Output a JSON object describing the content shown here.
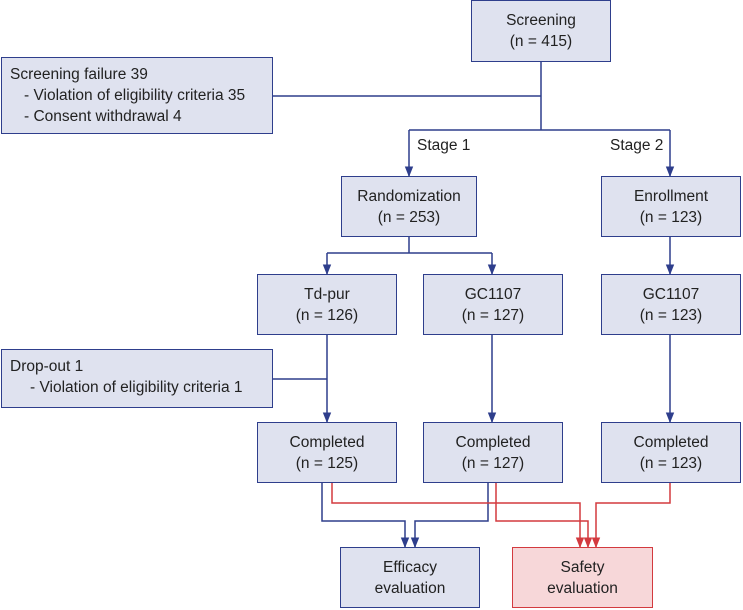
{
  "screening": {
    "title": "Screening",
    "n": "(n = 415)"
  },
  "screening_failure": {
    "title": "Screening failure 39",
    "reasons": [
      "- Violation of eligibility criteria 35",
      "- Consent withdrawal 4"
    ]
  },
  "stage1": {
    "label": "Stage 1"
  },
  "stage2": {
    "label": "Stage 2"
  },
  "randomization": {
    "title": "Randomization",
    "n": "(n = 253)"
  },
  "enrollment": {
    "title": "Enrollment",
    "n": "(n = 123)"
  },
  "td_pur": {
    "title": "Td-pur",
    "n": "(n = 126)"
  },
  "gc1107_stage1": {
    "title": "GC1107",
    "n": "(n = 127)"
  },
  "gc1107_stage2": {
    "title": "GC1107",
    "n": "(n = 123)"
  },
  "dropout": {
    "title": "Drop-out 1",
    "reason": "- Violation of eligibility criteria 1"
  },
  "completed_td": {
    "title": "Completed",
    "n": "(n = 125)"
  },
  "completed_gc1": {
    "title": "Completed",
    "n": "(n = 127)"
  },
  "completed_gc2": {
    "title": "Completed",
    "n": "(n = 123)"
  },
  "efficacy": {
    "line1": "Efficacy",
    "line2": "evaluation"
  },
  "safety": {
    "line1": "Safety",
    "line2": "evaluation"
  },
  "colors": {
    "blue_line": "#2e3e8c",
    "red_line": "#d33a3f",
    "box_fill": "#dfe2ef",
    "safety_fill": "#f7d7d9"
  }
}
